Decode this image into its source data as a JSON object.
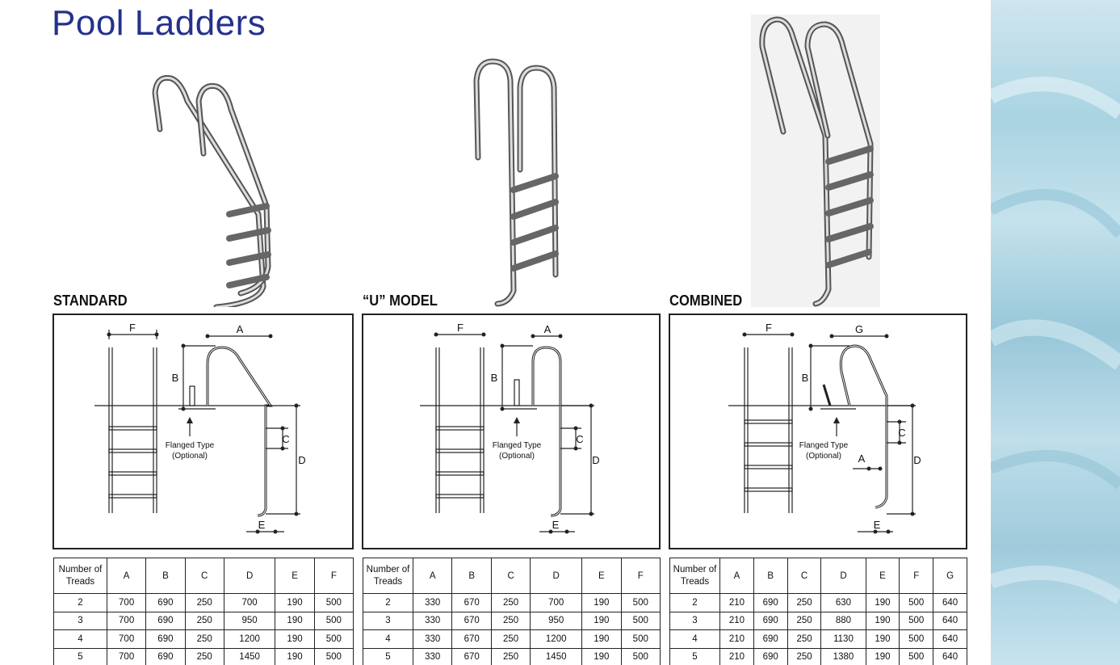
{
  "title": "Pool Ladders",
  "header_label": "Number of Treads",
  "flanged_label": [
    "Flanged Type",
    "(Optional)"
  ],
  "models": [
    {
      "key": "standard",
      "label": "STANDARD",
      "columns": [
        "A",
        "B",
        "C",
        "D",
        "E",
        "F"
      ],
      "rows": [
        [
          "2",
          "700",
          "690",
          "250",
          "700",
          "190",
          "500"
        ],
        [
          "3",
          "700",
          "690",
          "250",
          "950",
          "190",
          "500"
        ],
        [
          "4",
          "700",
          "690",
          "250",
          "1200",
          "190",
          "500"
        ],
        [
          "5",
          "700",
          "690",
          "250",
          "1450",
          "190",
          "500"
        ]
      ]
    },
    {
      "key": "u-model",
      "label": "“U” MODEL",
      "columns": [
        "A",
        "B",
        "C",
        "D",
        "E",
        "F"
      ],
      "rows": [
        [
          "2",
          "330",
          "670",
          "250",
          "700",
          "190",
          "500"
        ],
        [
          "3",
          "330",
          "670",
          "250",
          "950",
          "190",
          "500"
        ],
        [
          "4",
          "330",
          "670",
          "250",
          "1200",
          "190",
          "500"
        ],
        [
          "5",
          "330",
          "670",
          "250",
          "1450",
          "190",
          "500"
        ]
      ]
    },
    {
      "key": "combined",
      "label": "COMBINED",
      "columns": [
        "A",
        "B",
        "C",
        "D",
        "E",
        "F",
        "G"
      ],
      "rows": [
        [
          "2",
          "210",
          "690",
          "250",
          "630",
          "190",
          "500",
          "640"
        ],
        [
          "3",
          "210",
          "690",
          "250",
          "880",
          "190",
          "500",
          "640"
        ],
        [
          "4",
          "210",
          "690",
          "250",
          "1130",
          "190",
          "500",
          "640"
        ],
        [
          "5",
          "210",
          "690",
          "250",
          "1380",
          "190",
          "500",
          "640"
        ]
      ]
    }
  ]
}
